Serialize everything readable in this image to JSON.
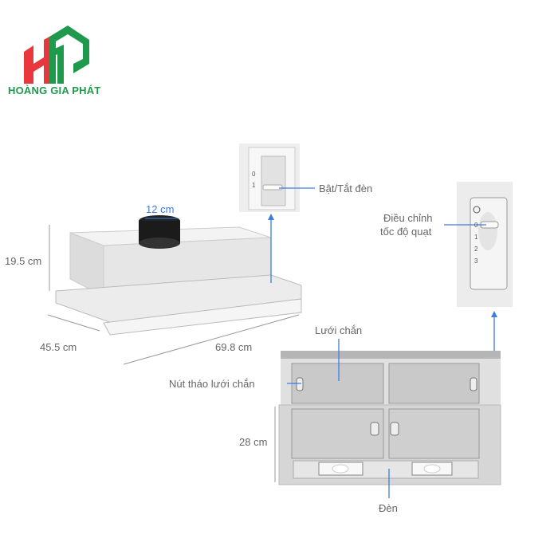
{
  "brand": {
    "name": "HOÀNG GIA PHÁT",
    "colors": {
      "red": "#e8373d",
      "green": "#1f9a4c"
    }
  },
  "labels": {
    "duct": "12 cm",
    "height": "19.5 cm",
    "depth": "45.5 cm",
    "width": "69.8 cm",
    "light_switch": "Bật/Tắt đèn",
    "fan_control_line1": "Điều chỉnh",
    "fan_control_line2": "tốc độ quạt",
    "filter": "Lưới chắn",
    "filter_release": "Nút tháo lưới chắn",
    "front_height": "28 cm",
    "light": "Đèn"
  },
  "light_switch_positions": [
    "0",
    "1"
  ],
  "fan_speed_positions": [
    "0",
    "1",
    "2",
    "3"
  ],
  "accent_color": "#3b7de0"
}
